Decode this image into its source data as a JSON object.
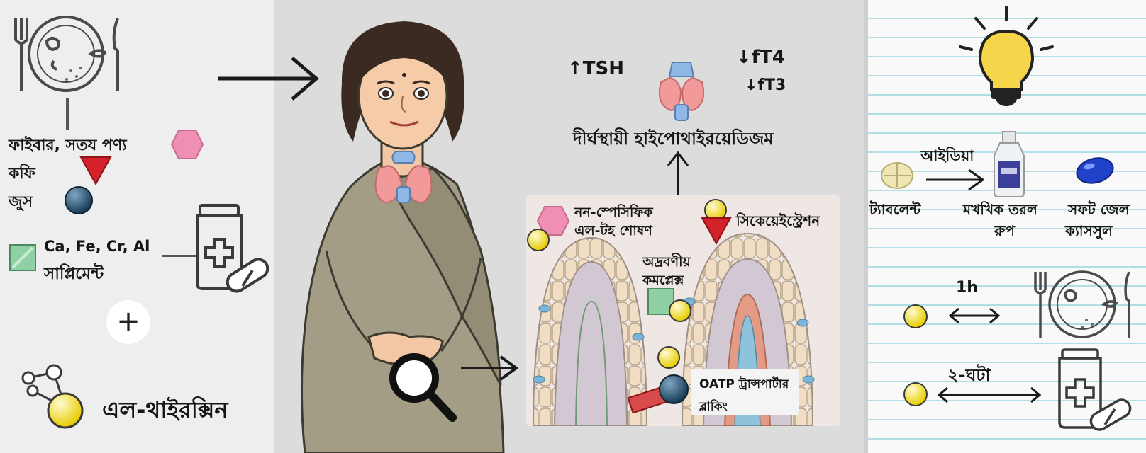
{
  "left": {
    "foods_line": "ফাইবার, সতয পণ্য",
    "coffee": "কফি",
    "juice": "জুস",
    "minerals": "Ca, Fe, Cr, Al",
    "supplement": "সাপ্লিমেন্ট",
    "plus": "+",
    "drug_name": "এল-থাইরক্সিন"
  },
  "middle": {
    "tsh": "↑TSH",
    "ft4": "↓fT4",
    "ft3": "↓fT3",
    "condition": "দীর্ঘস্থায়ী হাইপোথাইরয়েডিজম",
    "nonspecific_line1": "নন-স্পেসিফিক",
    "nonspecific_line2": "এল-টহ শোষণ",
    "sequestration": "সিকেয়েইস্ট্রেশন",
    "insoluble_line1": "অদ্রবণীয়",
    "insoluble_line2": "কমপ্লেক্স",
    "oatp_line1": "OATP ট্রান্সপার্টার",
    "oatp_line2": "ব্লাকিং"
  },
  "right": {
    "idea": "আইডিয়া",
    "tablet": "ট্যাবলেন্ট",
    "oral_line1": "মখখিক তরল",
    "oral_line2": "রুপ",
    "softgel_line1": "সফট জেল",
    "softgel_line2": "ক্যাসসুল",
    "gap_1h": "1h",
    "gap_2h": "২-ঘটা"
  },
  "colors": {
    "pink": "#f08fb4",
    "red": "#d3222a",
    "navy": "#1f4f70",
    "green": "#8fd0a4",
    "yellow": "#f3df1f",
    "skin": "#f3c7a4",
    "sari": "#a39d86",
    "thyroid": "#f29a9a"
  },
  "icons": [
    "plate-icon",
    "fork-icon",
    "knife-icon",
    "pink-hexagon-icon",
    "red-triangle-icon",
    "navy-ball-icon",
    "green-square-icon",
    "jar-icon",
    "capsule-icon",
    "plus-icon",
    "molecule-icon",
    "arrow-icon",
    "magnifier-icon",
    "thyroid-icon",
    "lightbulb-icon",
    "tablet-icon",
    "bottle-icon",
    "softgel-icon"
  ]
}
